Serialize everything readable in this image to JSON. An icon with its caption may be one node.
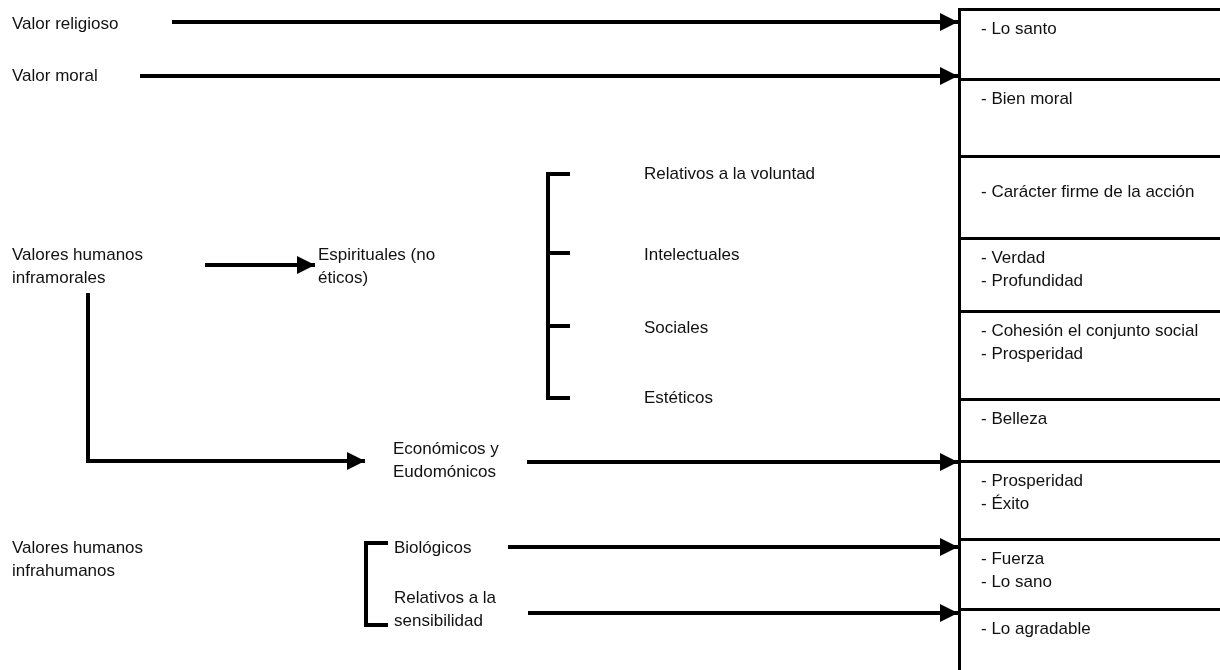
{
  "diagram": {
    "nodes": [
      {
        "text": [
          "Valor religioso"
        ]
      },
      {
        "text": [
          "Valor moral"
        ]
      },
      {
        "text": [
          "Valores humanos inframorales"
        ]
      },
      {
        "text": [
          "Espirituales (no éticos)"
        ]
      },
      {
        "text": [
          "Relativos a la voluntad"
        ]
      },
      {
        "text": [
          "Intelectuales"
        ]
      },
      {
        "text": [
          "Sociales"
        ]
      },
      {
        "text": [
          "Estéticos"
        ]
      },
      {
        "text": [
          "Económicos y Eudomónicos"
        ]
      },
      {
        "text": [
          "Valores humanos infrahumanos"
        ]
      },
      {
        "text": [
          "Biológicos"
        ]
      },
      {
        "text": [
          "Relativos a la sensibilidad"
        ]
      },
      {
        "text": [
          "- Lo santo"
        ]
      },
      {
        "text": [
          "- Bien moral"
        ]
      },
      {
        "text": [
          "- Carácter firme de la acción"
        ]
      },
      {
        "text": [
          "- Verdad",
          "- Profundidad"
        ]
      },
      {
        "text": [
          "- Cohesión el conjunto social",
          "- Prosperidad"
        ]
      },
      {
        "text": [
          "- Belleza"
        ]
      },
      {
        "text": [
          "- Prosperidad",
          "- Éxito"
        ]
      },
      {
        "text": [
          "- Fuerza",
          "- Lo sano"
        ]
      },
      {
        "text": [
          "- Lo agradable"
        ]
      }
    ],
    "edges": [
      {
        "from": 0,
        "to": 12,
        "arrow": "to"
      },
      {
        "from": 1,
        "to": 13,
        "arrow": "to"
      },
      {
        "from": 2,
        "to": 3,
        "arrow": "to"
      },
      {
        "from": 2,
        "to": 8,
        "arrow": "to"
      },
      {
        "from": 8,
        "to": 18,
        "arrow": "to"
      },
      {
        "from": 10,
        "to": 19,
        "arrow": "to"
      },
      {
        "from": 11,
        "to": 20,
        "arrow": "to"
      }
    ]
  }
}
